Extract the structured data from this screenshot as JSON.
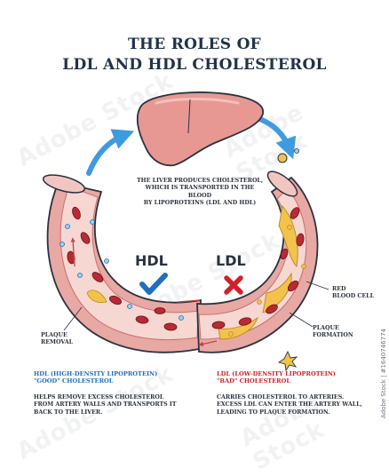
{
  "title": {
    "line1": "THE ROLES OF",
    "line2": "LDL AND HDL CHOLESTEROL"
  },
  "liver_caption": [
    "THE LIVER PRODUCES CHOLESTEROL,",
    "WHICH IS TRANSPORTED IN THE BLOOD",
    "BY LIPOPROTEINS (LDL AND HDL)"
  ],
  "hdl": {
    "label": "HDL",
    "status_icon": "check-icon",
    "color": "#1f6fc0",
    "title": [
      "HDL (HIGH-DENSITY LIPOPROTEIN)",
      "\"GOOD\" CHOLESTEROL"
    ],
    "description": [
      "HELPS REMOVE EXCESS CHOLESTEROL",
      "FROM ARTERY WALLS AND TRANSPORTS IT",
      "BACK TO THE LIVER."
    ],
    "callout": [
      "PLAQUE",
      "REMOVAL"
    ]
  },
  "ldl": {
    "label": "LDL",
    "status_icon": "cross-icon",
    "color": "#d2202a",
    "title": [
      "LDL (LOW-DENSITY LIPOPROTEIN)",
      "\"BAD\" CHOLESTEROL"
    ],
    "description": [
      "CARRIES CHOLESTEROL TO ARTERIES.",
      "EXCESS LDL CAN ENTER THE ARTERY WALL,",
      "LEADING TO PLAQUE FORMATION."
    ],
    "callout_rbc": [
      "RED",
      "BLOOD CELL"
    ],
    "callout_plaque": [
      "PLAQUE",
      "FORMATION"
    ]
  },
  "stock_id": "Adobe Stock | #1640746774",
  "watermark": "Adobe Stock",
  "colors": {
    "vessel": "#e8a8a4",
    "vessel_inner": "#f6d7d2",
    "blood_cell": "#b92a35",
    "plaque": "#f3c24d",
    "arrow": "#3f9be0",
    "liver": "#e79892"
  }
}
